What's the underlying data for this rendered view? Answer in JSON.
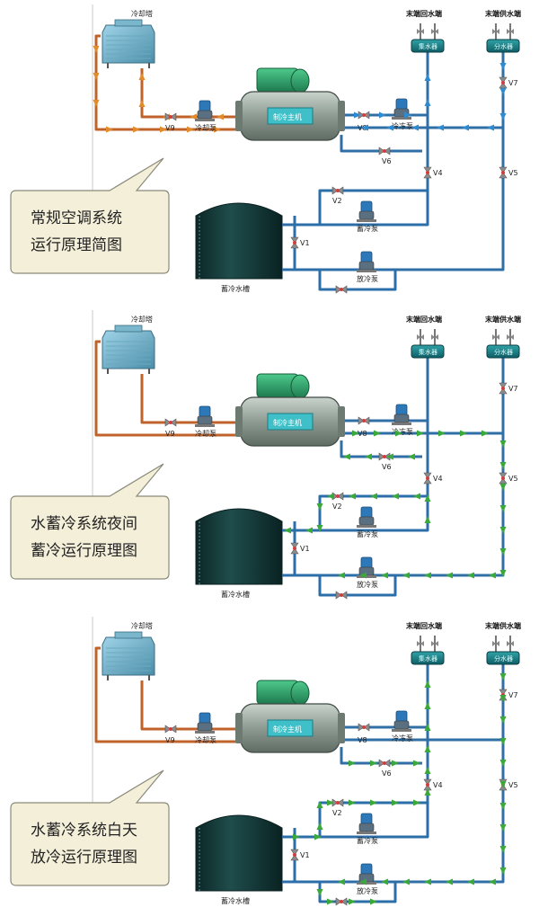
{
  "panels": [
    {
      "callout": [
        "常规空调系统",
        "运行原理简图"
      ],
      "labels": {
        "cooling_tower": "冷却塔",
        "return_terminal": "末端回水端",
        "supply_terminal": "末端供水端",
        "collector": "集水器",
        "distributor": "分水器",
        "chiller": "制冷主机",
        "cooling_pump": "冷却泵",
        "chilled_pump": "冷冻泵",
        "storage_pump": "蓄冷泵",
        "discharge_pump": "放冷泵",
        "storage_tank": "蓄冷水槽",
        "v1": "V1",
        "v2": "V2",
        "v4": "V4",
        "v5": "V5",
        "v6": "V6",
        "v7": "V7",
        "v8": "V8",
        "v9": "V9"
      },
      "flow": "conventional"
    },
    {
      "callout": [
        "水蓄冷系统夜间",
        "蓄冷运行原理图"
      ],
      "labels": {
        "cooling_tower": "冷却塔",
        "return_terminal": "末端回水端",
        "supply_terminal": "末端供水端",
        "collector": "集水器",
        "distributor": "分水器",
        "chiller": "制冷主机",
        "cooling_pump": "冷却泵",
        "chilled_pump": "冷冻泵",
        "storage_pump": "蓄冷泵",
        "discharge_pump": "放冷泵",
        "storage_tank": "蓄冷水槽",
        "v1": "V1",
        "v2": "V2",
        "v4": "V4",
        "v5": "V5",
        "v6": "V6",
        "v7": "V7",
        "v8": "V8",
        "v9": "V9"
      },
      "flow": "night_charging"
    },
    {
      "callout": [
        "水蓄冷系统白天",
        "放冷运行原理图"
      ],
      "labels": {
        "cooling_tower": "冷却塔",
        "return_terminal": "末端回水端",
        "supply_terminal": "末端供水端",
        "collector": "集水器",
        "distributor": "分水器",
        "chiller": "制冷主机",
        "cooling_pump": "冷却泵",
        "chilled_pump": "冷冻泵",
        "storage_pump": "蓄冷泵",
        "discharge_pump": "放冷泵",
        "storage_tank": "蓄冷水槽",
        "v1": "V1",
        "v2": "V2",
        "v4": "V4",
        "v5": "V5",
        "v6": "V6",
        "v7": "V7",
        "v8": "V8",
        "v9": "V9"
      },
      "flow": "day_discharging"
    }
  ],
  "colors": {
    "condenser_pipe": "#c0632a",
    "chilled_pipe": "#2f6fa6",
    "storage_pipe": "#2b6ea8",
    "active_flow": "#3aa83a",
    "chiller_body": "#8a9a90",
    "tank": "#123a3a",
    "callout_bg": "#f3efd9"
  }
}
